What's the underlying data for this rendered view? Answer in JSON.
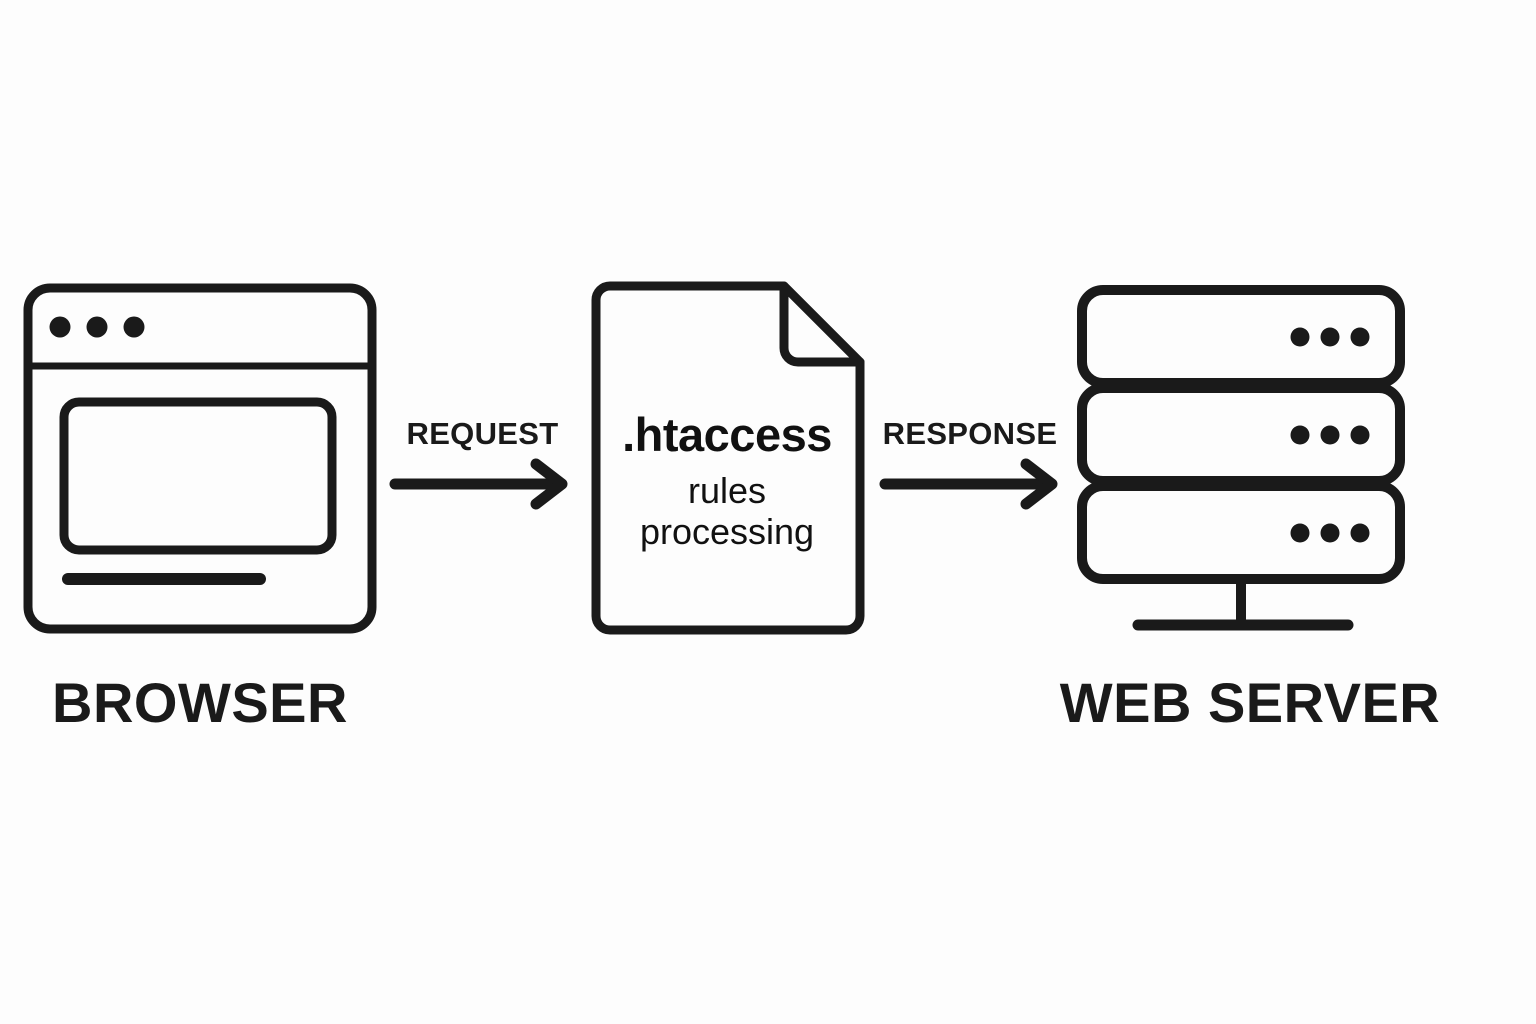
{
  "diagram": {
    "type": "flow",
    "background_color": "#fdfdfd",
    "stroke_color": "#1a1a1a",
    "title": "",
    "nodes": [
      {
        "id": "browser",
        "icon": "browser-window-icon",
        "caption": "BROWSER",
        "detail": "browser window with three dots in title bar, content viewport and a bottom bar"
      },
      {
        "id": "htaccess",
        "icon": "document-file-icon",
        "title": ".htaccess",
        "subtitle": "rules\nprocessing",
        "detail": "document page with folded top-right corner"
      },
      {
        "id": "webserver",
        "icon": "server-rack-icon",
        "caption": "WEB SERVER",
        "detail": "three stacked server units with three indicator dots each, on a stand"
      }
    ],
    "edges": [
      {
        "id": "request",
        "label": "REQUEST",
        "from": "browser",
        "to": "htaccess",
        "direction": "right"
      },
      {
        "id": "response",
        "label": "RESPONSE",
        "from": "htaccess",
        "to": "webserver",
        "direction": "right"
      }
    ]
  },
  "browser": {
    "caption": "BROWSER",
    "dots": 3
  },
  "document": {
    "title": ".htaccess",
    "subtitle": "rules\nprocessing"
  },
  "server": {
    "caption": "WEB SERVER",
    "units": 3,
    "dots_per_unit": 3
  },
  "edges": {
    "request": "REQUEST",
    "response": "RESPONSE"
  }
}
